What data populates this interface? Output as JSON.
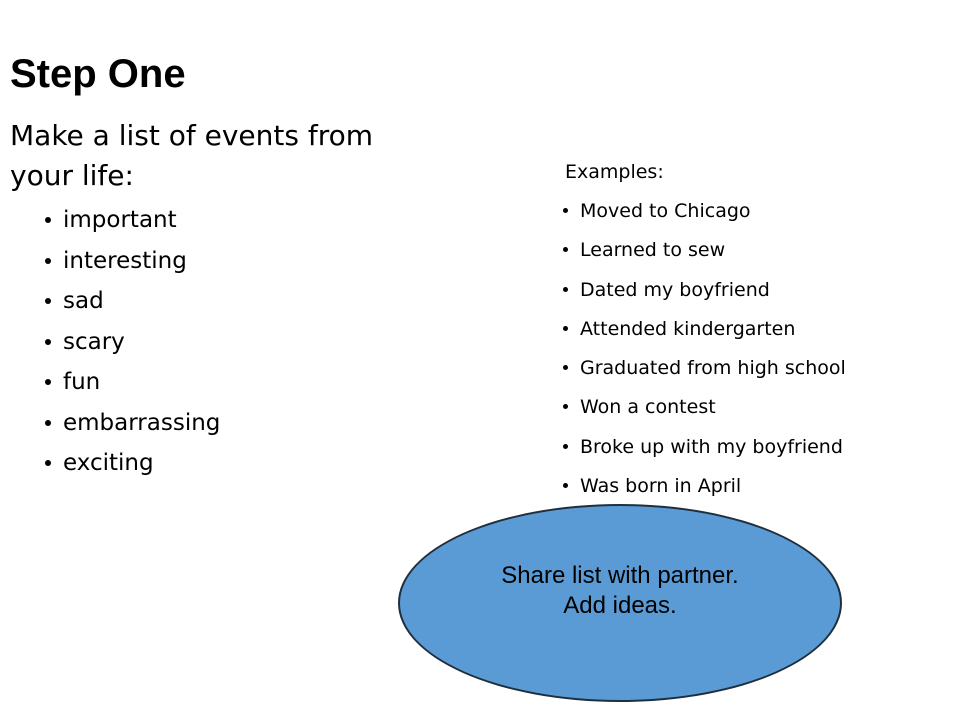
{
  "slide": {
    "title": "Step One",
    "intro": "Make a list of events from your life:",
    "categories": [
      "important",
      "interesting",
      "sad",
      "scary",
      "fun",
      "embarrassing",
      "exciting"
    ],
    "examples_label": "Examples:",
    "examples": [
      "Moved to Chicago",
      "Learned to sew",
      "Dated my boyfriend",
      "Attended kindergarten",
      "Graduated from high school",
      "Won a contest",
      "Broke up with my boyfriend",
      "Was born in April"
    ],
    "callout": {
      "line1": "Share list with partner.",
      "line2": "Add ideas."
    }
  },
  "colors": {
    "callout_fill": "#5b9bd5",
    "callout_border": "#1f2f3e"
  }
}
